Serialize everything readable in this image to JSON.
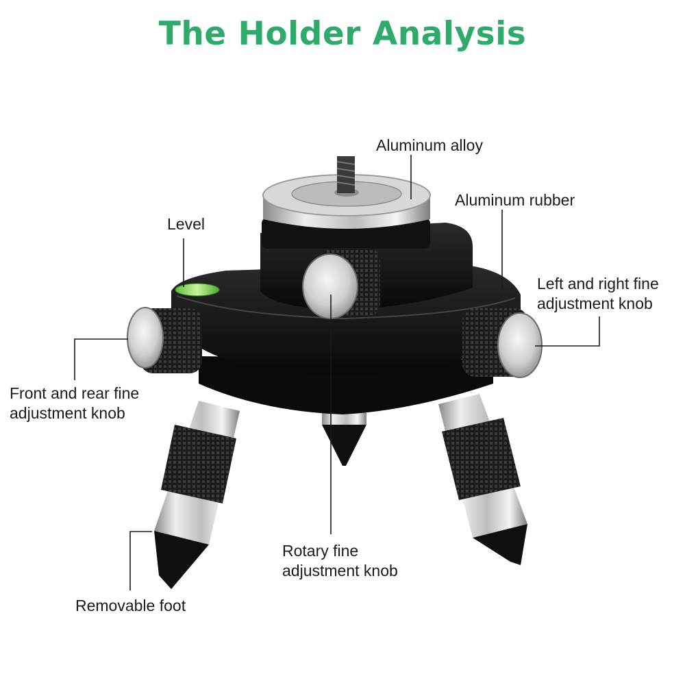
{
  "title": "The Holder Analysis",
  "colors": {
    "title": "#2eab6a",
    "body": "#141414",
    "metal": "#c9c9c9",
    "bubble": "#8fe36a"
  },
  "labels": {
    "aluminum_alloy": "Aluminum alloy",
    "aluminum_rubber": "Aluminum rubber",
    "level": "Level",
    "left_right_knob": [
      "Left and right fine",
      "adjustment knob"
    ],
    "front_rear_knob": [
      "Front and rear fine",
      "adjustment knob"
    ],
    "rotary_knob": [
      "Rotary fine",
      "adjustment knob"
    ],
    "removable_foot": "Removable foot"
  }
}
